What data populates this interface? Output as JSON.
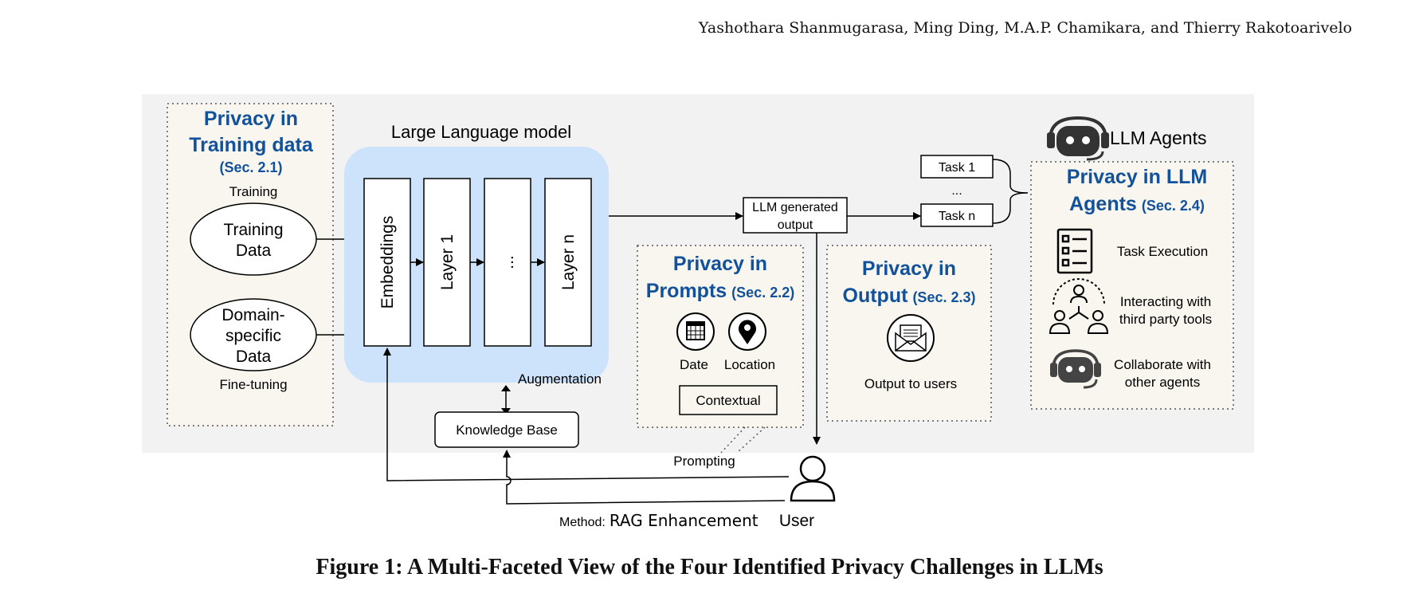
{
  "header": {
    "authors": "Yashothara Shanmugarasa, Ming Ding, M.A.P. Chamikara, and Thierry Rakotoarivelo"
  },
  "caption": "Figure 1: A Multi-Faceted View of the Four Identified Privacy Challenges in LLMs",
  "training": {
    "title_line1": "Privacy in",
    "title_line2": "Training data",
    "section": "(Sec. 2.1)",
    "training_label": "Training",
    "training_data_line1": "Training",
    "training_data_line2": "Data",
    "domain_line1": "Domain-",
    "domain_line2": "specific",
    "domain_line3": "Data",
    "finetuning_label": "Fine-tuning"
  },
  "llm": {
    "title": "Large Language model",
    "layers": [
      "Embeddings",
      "Layer 1",
      "...",
      "Layer n"
    ]
  },
  "augmentation_label": "Augmentation",
  "knowledge_base": "Knowledge Base",
  "output_box": {
    "line1": "LLM generated",
    "line2": "output"
  },
  "tasks": {
    "task1": "Task 1",
    "ellipsis": "...",
    "taskn": "Task n"
  },
  "agents": {
    "header": "LLM Agents",
    "title_line1": "Privacy in LLM",
    "title_line2": "Agents",
    "section": "(Sec. 2.4)",
    "items": [
      {
        "line1": "Task Execution",
        "line2": ""
      },
      {
        "line1": "Interacting with",
        "line2": "third party tools"
      },
      {
        "line1": "Collaborate with",
        "line2": "other agents"
      }
    ]
  },
  "prompts": {
    "title_line1": "Privacy in",
    "title_line2": "Prompts",
    "section": "(Sec. 2.2)",
    "date": "Date",
    "location": "Location",
    "contextual": "Contextual"
  },
  "output_priv": {
    "title_line1": "Privacy in",
    "title_line2": "Output",
    "section": "(Sec. 2.3)",
    "label": "Output to users"
  },
  "prompting_label": "Prompting",
  "method_prefix": "Method:",
  "method_label": "RAG Enhancement",
  "user_label": "User"
}
